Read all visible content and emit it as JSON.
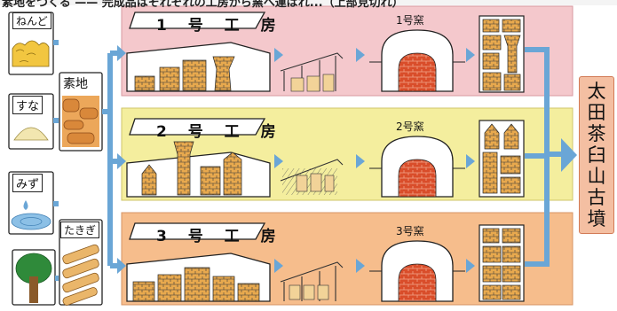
{
  "header_text": "素地をつくる —— 完成品はそれぞれの工房から窯へ運ばれ...（上部見切れ）",
  "materials": [
    {
      "label": "ねんど"
    },
    {
      "label": "すな"
    },
    {
      "label": "みず"
    },
    {
      "label": "たきぎ"
    }
  ],
  "base_label": "素地",
  "workshops": [
    {
      "title": "1 号 工 房",
      "kiln": "1号窯",
      "band_color": "#f4c8cc"
    },
    {
      "title": "2 号 工 房",
      "kiln": "2号窯",
      "band_color": "#f4ee9e"
    },
    {
      "title": "3 号 工 房",
      "kiln": "3号窯",
      "band_color": "#f6bd8c"
    }
  ],
  "destination": {
    "chars": [
      "太",
      "田",
      "茶",
      "臼",
      "山",
      "古",
      "墳"
    ]
  },
  "colors": {
    "arrow": "#6aa6d6",
    "ochre": "#e2a24c",
    "brick": "#d94d2a",
    "dark": "#3a3a3a"
  }
}
